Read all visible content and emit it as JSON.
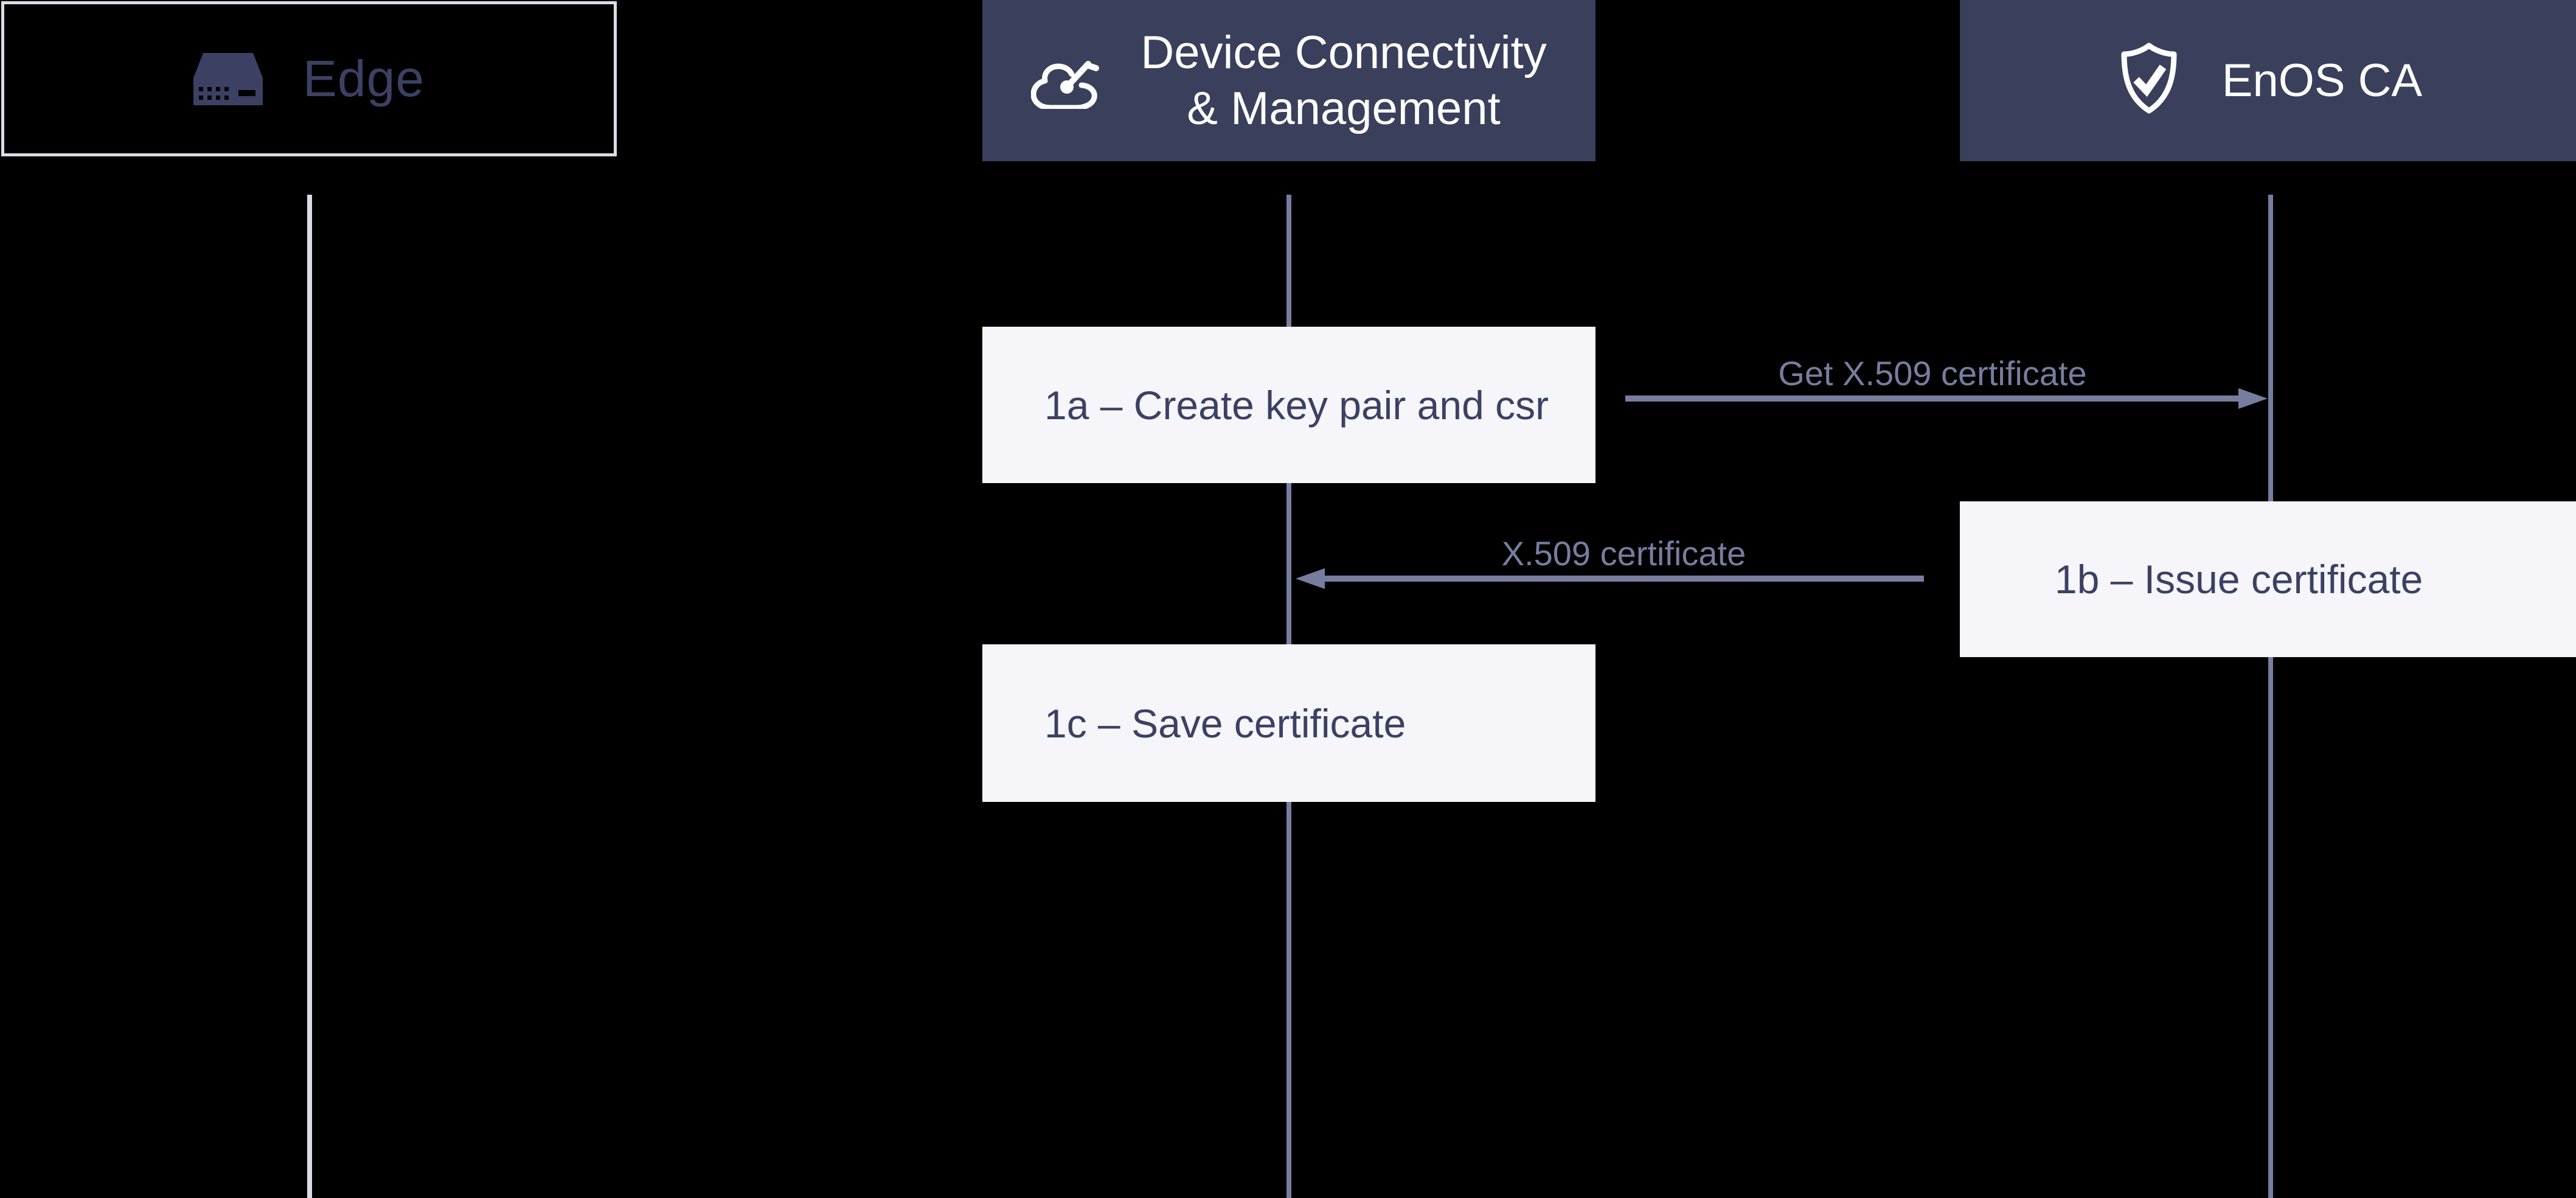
{
  "diagram_type": "sequence-diagram",
  "actors": [
    {
      "id": "edge",
      "label": "Edge",
      "icon": "edge-device-icon",
      "style": "outlined"
    },
    {
      "id": "dcm",
      "label": "Device Connectivity & Management",
      "lines": [
        "Device Connectivity",
        "& Management"
      ],
      "icon": "cloud-gauge-icon",
      "style": "filled"
    },
    {
      "id": "enos-ca",
      "label": "EnOS CA",
      "icon": "shield-check-icon",
      "style": "filled"
    }
  ],
  "steps": [
    {
      "id": "1a",
      "label": "1a – Create key pair and csr",
      "lifeline": "dcm"
    },
    {
      "id": "1b",
      "label": "1b – Issue certificate",
      "lifeline": "enos-ca"
    },
    {
      "id": "1c",
      "label": "1c – Save certificate",
      "lifeline": "dcm"
    }
  ],
  "messages": [
    {
      "id": "get-cert",
      "label": "Get X.509 certificate",
      "from": "dcm",
      "to": "enos-ca",
      "direction": "right"
    },
    {
      "id": "return-cert",
      "label": "X.509 certificate",
      "from": "enos-ca",
      "to": "dcm",
      "direction": "left"
    }
  ],
  "colors": {
    "background": "#000000",
    "header_fill": "#3A3F5C",
    "step_fill": "#F5F5FA",
    "dark_text": "#3C4163",
    "white_text": "#FFFFFF",
    "light_line": "#DADCE8",
    "slate_line": "#777D9E"
  }
}
